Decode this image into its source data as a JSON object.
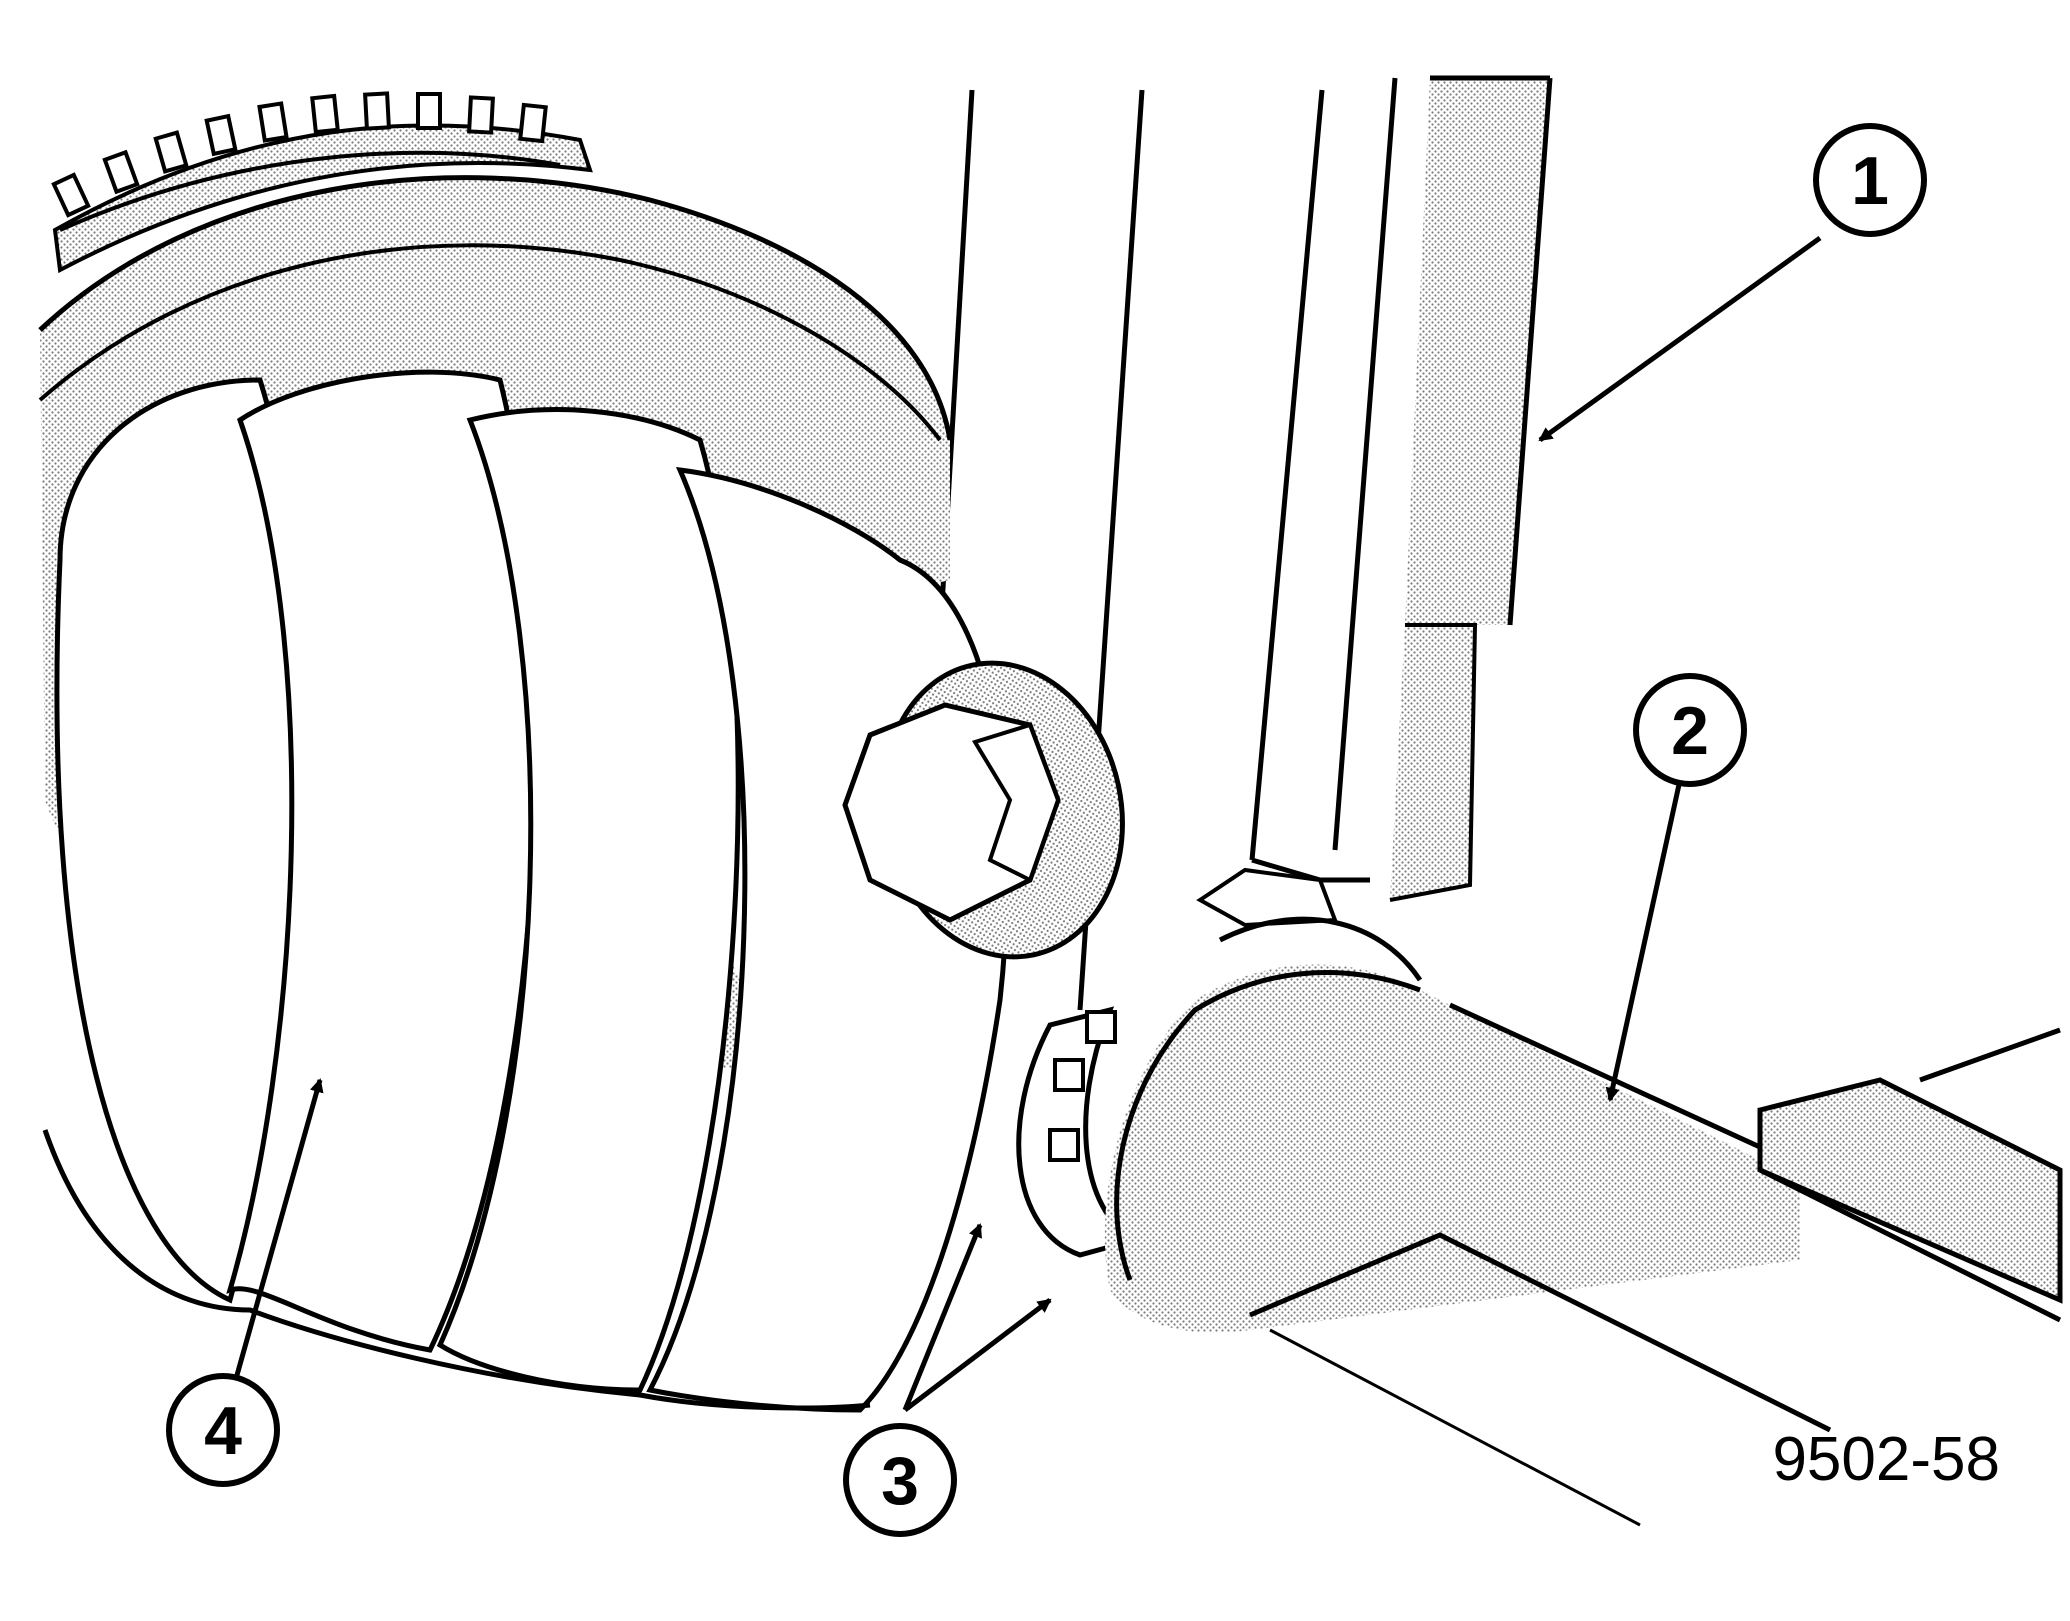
{
  "figure_id": "9502-58",
  "callouts": [
    {
      "label": "1"
    },
    {
      "label": "2"
    },
    {
      "label": "3"
    },
    {
      "label": "4"
    }
  ],
  "colors": {
    "line": "#000000",
    "background": "#ffffff",
    "shading": "#b9b9b9"
  }
}
